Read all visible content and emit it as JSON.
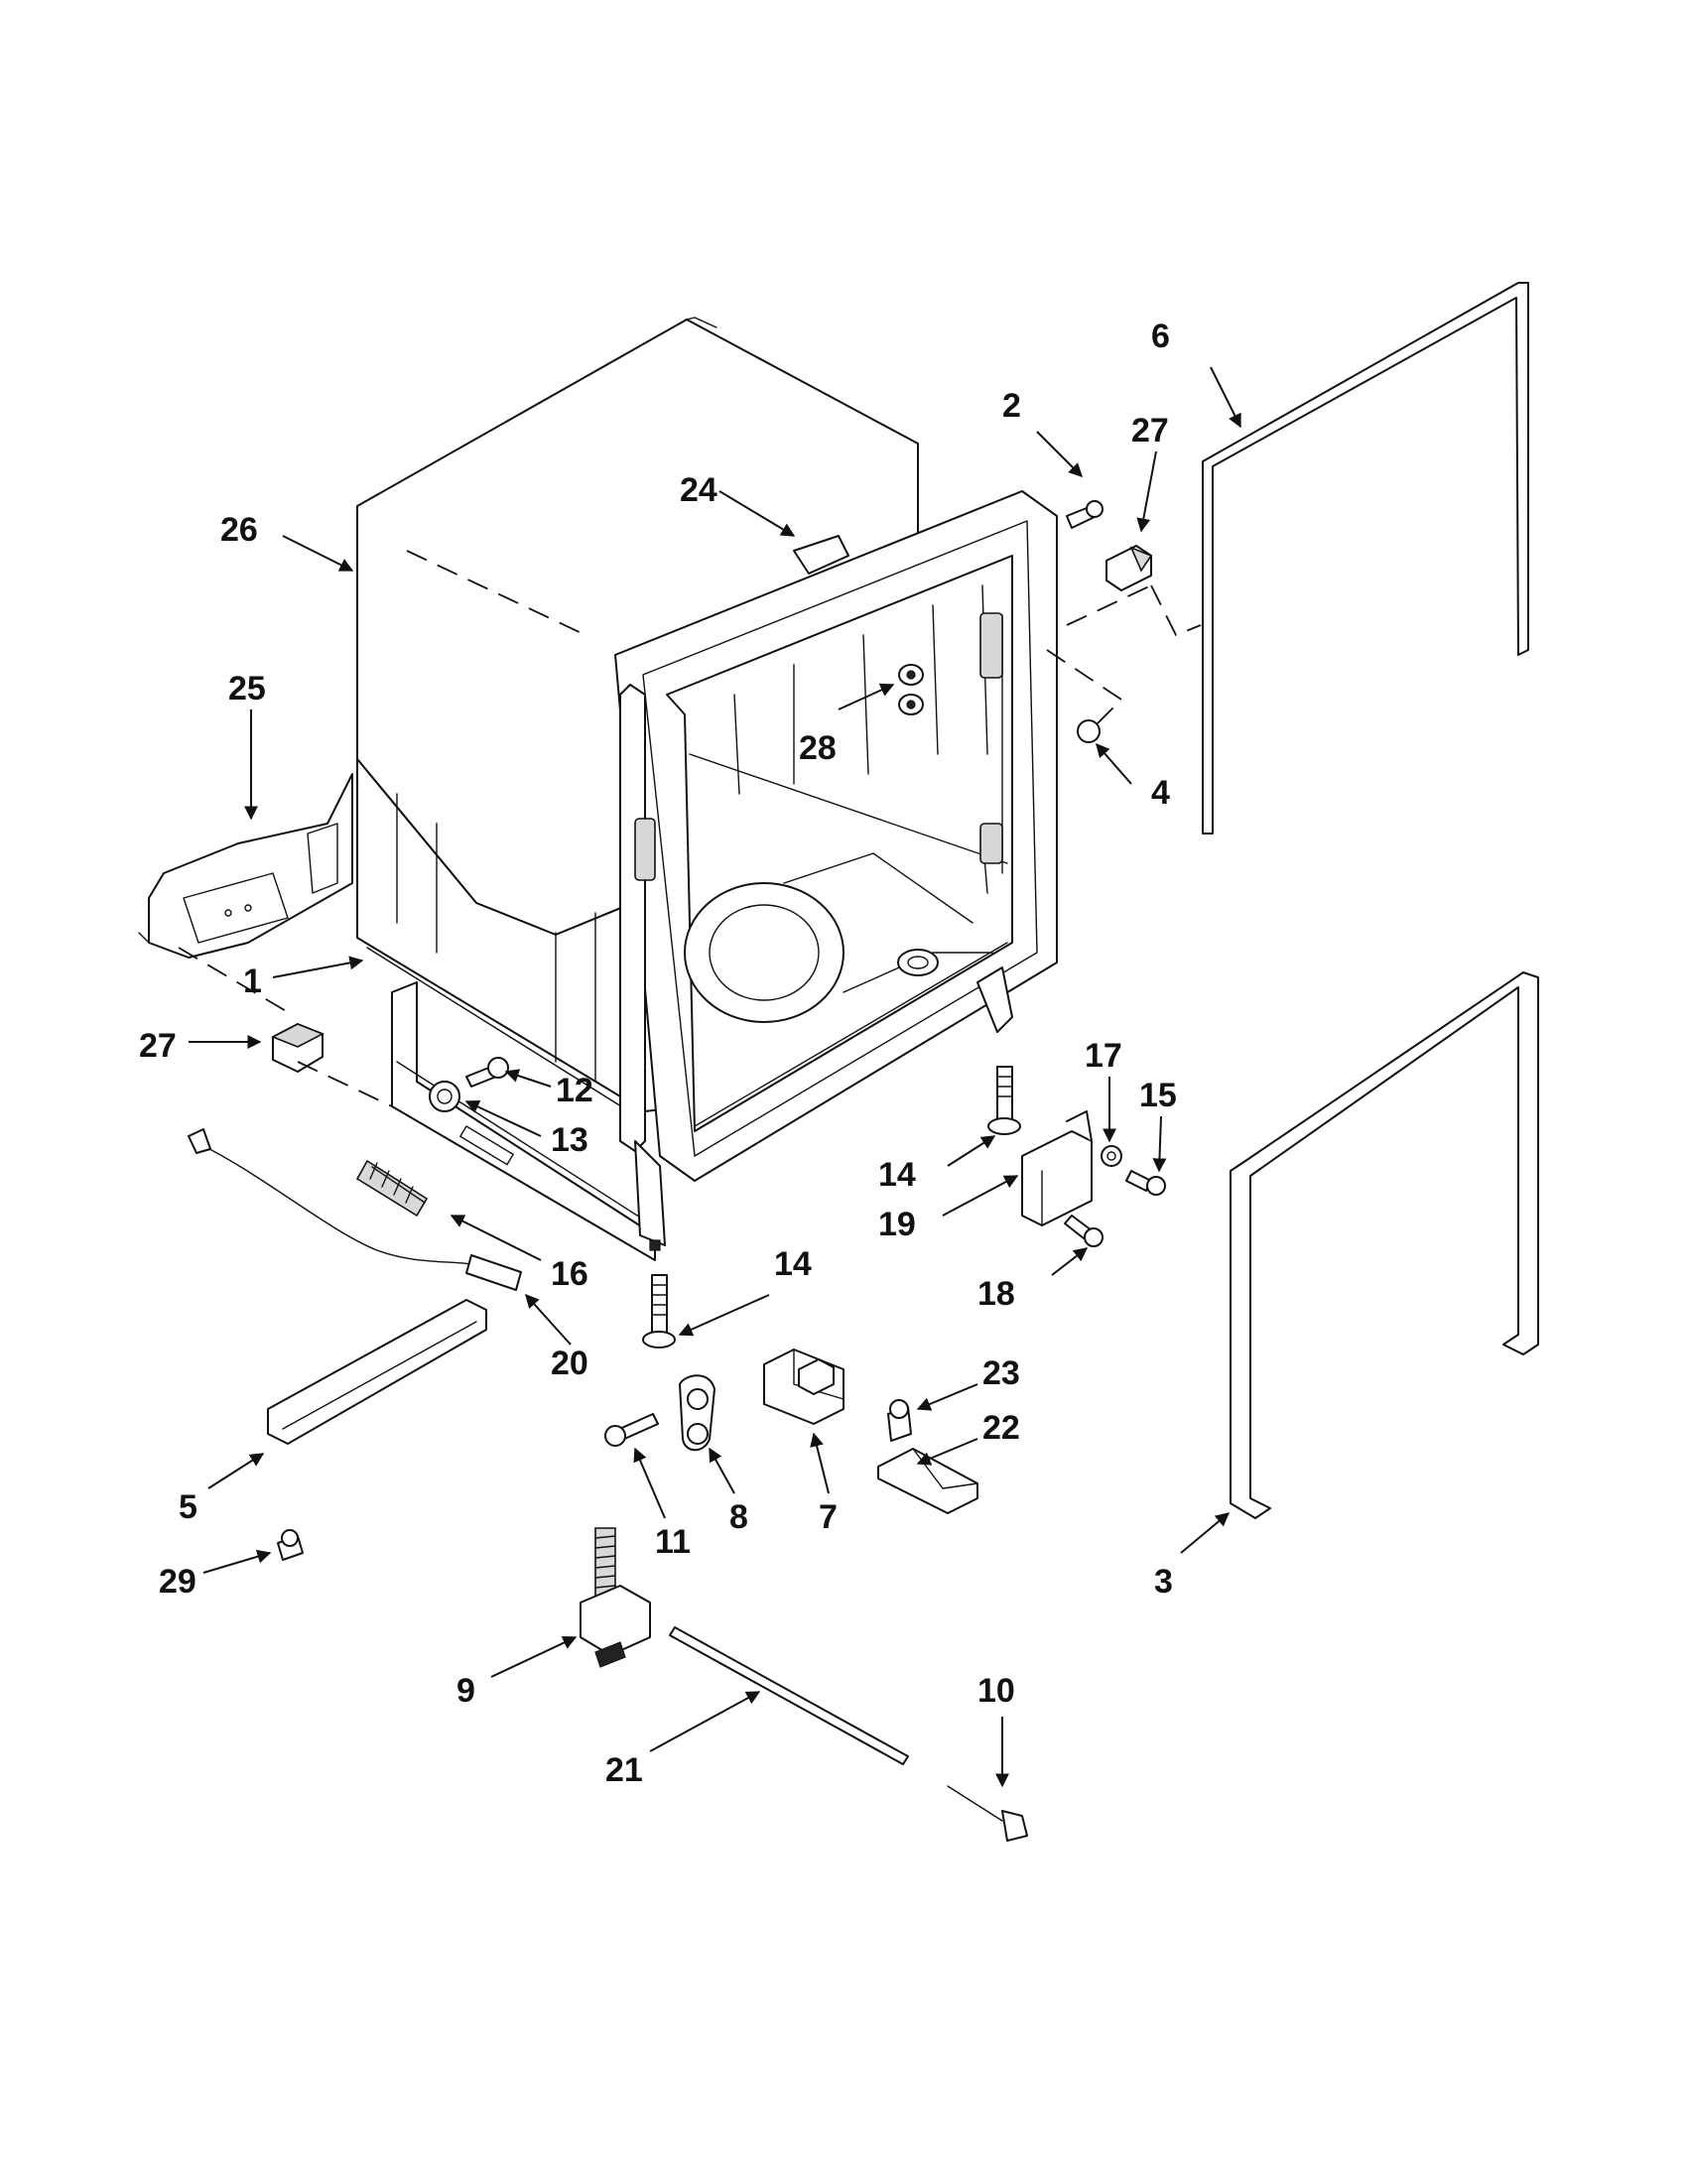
{
  "diagram": {
    "callouts": [
      {
        "id": "c1",
        "label": "1"
      },
      {
        "id": "c2",
        "label": "2"
      },
      {
        "id": "c3",
        "label": "3"
      },
      {
        "id": "c4",
        "label": "4"
      },
      {
        "id": "c5",
        "label": "5"
      },
      {
        "id": "c6",
        "label": "6"
      },
      {
        "id": "c7",
        "label": "7"
      },
      {
        "id": "c8",
        "label": "8"
      },
      {
        "id": "c9",
        "label": "9"
      },
      {
        "id": "c10",
        "label": "10"
      },
      {
        "id": "c11",
        "label": "11"
      },
      {
        "id": "c12",
        "label": "12"
      },
      {
        "id": "c13",
        "label": "13"
      },
      {
        "id": "c14a",
        "label": "14"
      },
      {
        "id": "c14b",
        "label": "14"
      },
      {
        "id": "c15",
        "label": "15"
      },
      {
        "id": "c16",
        "label": "16"
      },
      {
        "id": "c17",
        "label": "17"
      },
      {
        "id": "c18",
        "label": "18"
      },
      {
        "id": "c19",
        "label": "19"
      },
      {
        "id": "c20",
        "label": "20"
      },
      {
        "id": "c21",
        "label": "21"
      },
      {
        "id": "c22",
        "label": "22"
      },
      {
        "id": "c23",
        "label": "23"
      },
      {
        "id": "c24",
        "label": "24"
      },
      {
        "id": "c25",
        "label": "25"
      },
      {
        "id": "c26",
        "label": "26"
      },
      {
        "id": "c27a",
        "label": "27"
      },
      {
        "id": "c27b",
        "label": "27"
      },
      {
        "id": "c28",
        "label": "28"
      },
      {
        "id": "c29",
        "label": "29"
      }
    ]
  }
}
